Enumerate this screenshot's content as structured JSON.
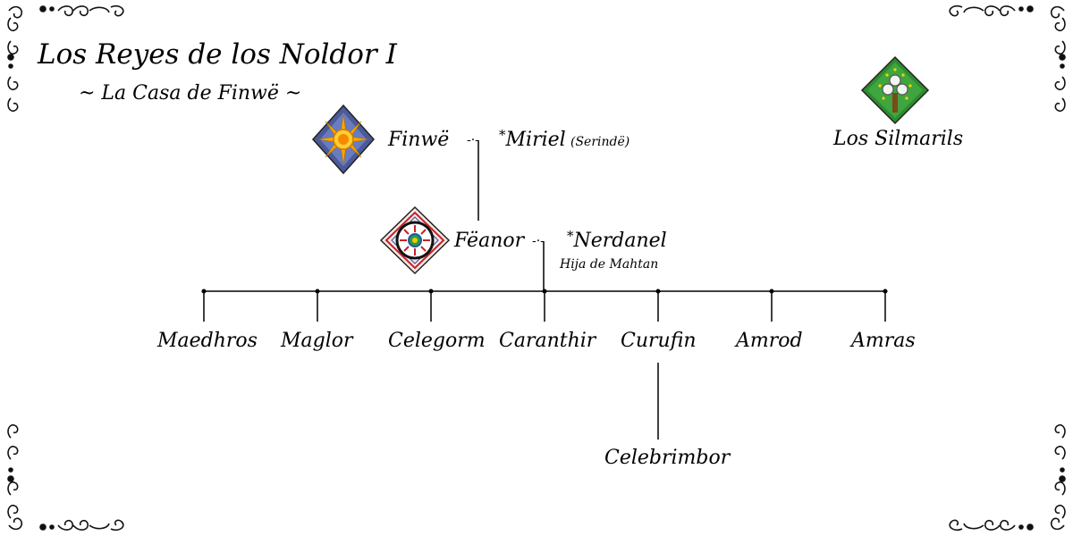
{
  "title": "Los Reyes de los Noldor I",
  "subtitle": "~ La Casa de Finwë ~",
  "marriage_marker": "-·-",
  "star": "*",
  "finwe": {
    "name": "Finwë",
    "spouse": "Miriel",
    "spouse_note": "(Serindë)",
    "crest_icon": "finwe-sun-emblem"
  },
  "feanor": {
    "name": "Fëanor",
    "spouse": "Nerdanel",
    "spouse_note": "Hija de Mahtan",
    "crest_icon": "feanor-star-emblem"
  },
  "children": [
    "Maedhros",
    "Maglor",
    "Celegorm",
    "Caranthir",
    "Curufin",
    "Amrod",
    "Amras"
  ],
  "grandchild": "Celebrimbor",
  "silmarils": {
    "label": "Los Silmarils",
    "crest_icon": "silmaril-tree-emblem"
  },
  "colors": {
    "sun": "#f5a800",
    "sun_bg": "#4a5a9a",
    "feanor_red": "#c8202a",
    "tree_green": "#2e8b2e",
    "ink": "#000000"
  }
}
